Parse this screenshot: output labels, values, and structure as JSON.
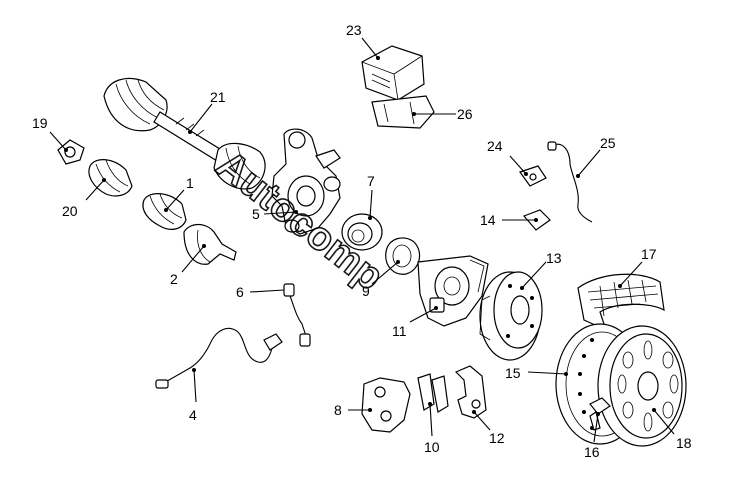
{
  "watermark": "Autocomp",
  "callouts": [
    {
      "id": "c1",
      "label": "1"
    },
    {
      "id": "c2",
      "label": "2"
    },
    {
      "id": "c4",
      "label": "4"
    },
    {
      "id": "c5",
      "label": "5"
    },
    {
      "id": "c6",
      "label": "6"
    },
    {
      "id": "c7",
      "label": "7"
    },
    {
      "id": "c8",
      "label": "8"
    },
    {
      "id": "c9",
      "label": "9"
    },
    {
      "id": "c10",
      "label": "10"
    },
    {
      "id": "c11",
      "label": "11"
    },
    {
      "id": "c12",
      "label": "12"
    },
    {
      "id": "c13",
      "label": "13"
    },
    {
      "id": "c14",
      "label": "14"
    },
    {
      "id": "c15",
      "label": "15"
    },
    {
      "id": "c16",
      "label": "16"
    },
    {
      "id": "c17",
      "label": "17"
    },
    {
      "id": "c18",
      "label": "18"
    },
    {
      "id": "c19",
      "label": "19"
    },
    {
      "id": "c20",
      "label": "20"
    },
    {
      "id": "c21",
      "label": "21"
    },
    {
      "id": "c23",
      "label": "23"
    },
    {
      "id": "c24",
      "label": "24"
    },
    {
      "id": "c25",
      "label": "25"
    },
    {
      "id": "c26",
      "label": "26"
    }
  ]
}
